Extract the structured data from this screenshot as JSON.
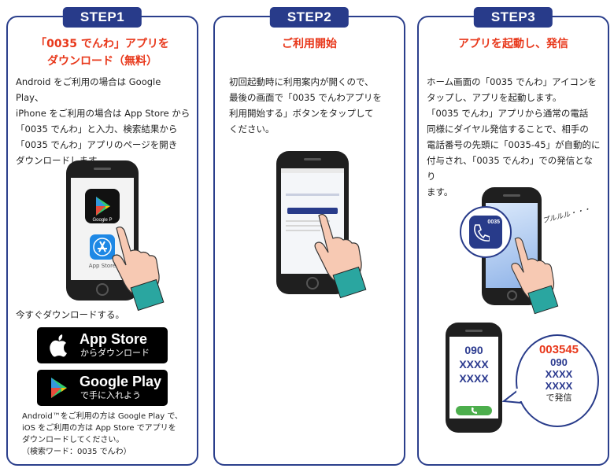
{
  "step1": {
    "badge": "STEP1",
    "title_line1": "「0035 でんわ」アプリを",
    "title_line2": "ダウンロード（無料）",
    "body": [
      "Android をご利用の場合は Google Play、",
      "iPhone をご利用の場合は App Store から",
      "「0035 でんわ」と入力、検索結果から",
      "「0035 でんわ」アプリのページを開き",
      "ダウンロードします。"
    ],
    "gp_label": "Google P",
    "appstore_icon_label": "App Store",
    "download_now": "今すぐダウンロードする。",
    "appstore_btn": {
      "big": "App Store",
      "small": "からダウンロード"
    },
    "googleplay_btn": {
      "big": "Google Play",
      "small": "で手に入れよう"
    },
    "note": [
      "Android™をご利用の方は Google Play で、",
      "iOS をご利用の方は App Store でアプリを",
      "ダウンロードしてください。",
      "（検索ワード：0035 でんわ）"
    ]
  },
  "step2": {
    "badge": "STEP2",
    "title": "ご利用開始",
    "body": [
      "初回起動時に利用案内が開くので、",
      "最後の画面で「0035 でんわアプリを",
      "利用開始する」ボタンをタップして",
      "ください。"
    ]
  },
  "step3": {
    "badge": "STEP3",
    "title": "アプリを起動し、発信",
    "body": [
      "ホーム画面の「0035 でんわ」アイコンを",
      "タップし、アプリを起動します。",
      "「0035 でんわ」アプリから通常の電話",
      "同様にダイヤル発信することで、相手の",
      "電話番号の先頭に「0035-45」が自動的に",
      "付与され、「0035 でんわ」での発信となり",
      "ます。"
    ],
    "app_icon_label": "0035",
    "ring_text": "プルルル・・・",
    "dial": [
      "090",
      "XXXX",
      "XXXX"
    ],
    "bubble": {
      "prefix": "003545",
      "lines": [
        "090",
        "XXXX",
        "XXXX"
      ],
      "suffix": "で発信"
    }
  },
  "colors": {
    "navy": "#283b8a",
    "accent_red": "#e8371a",
    "dial_blue": "#2b3a8f",
    "call_green": "#4cae4c",
    "hand_teal": "#2aa6a0",
    "skin": "#f7c9b3"
  }
}
